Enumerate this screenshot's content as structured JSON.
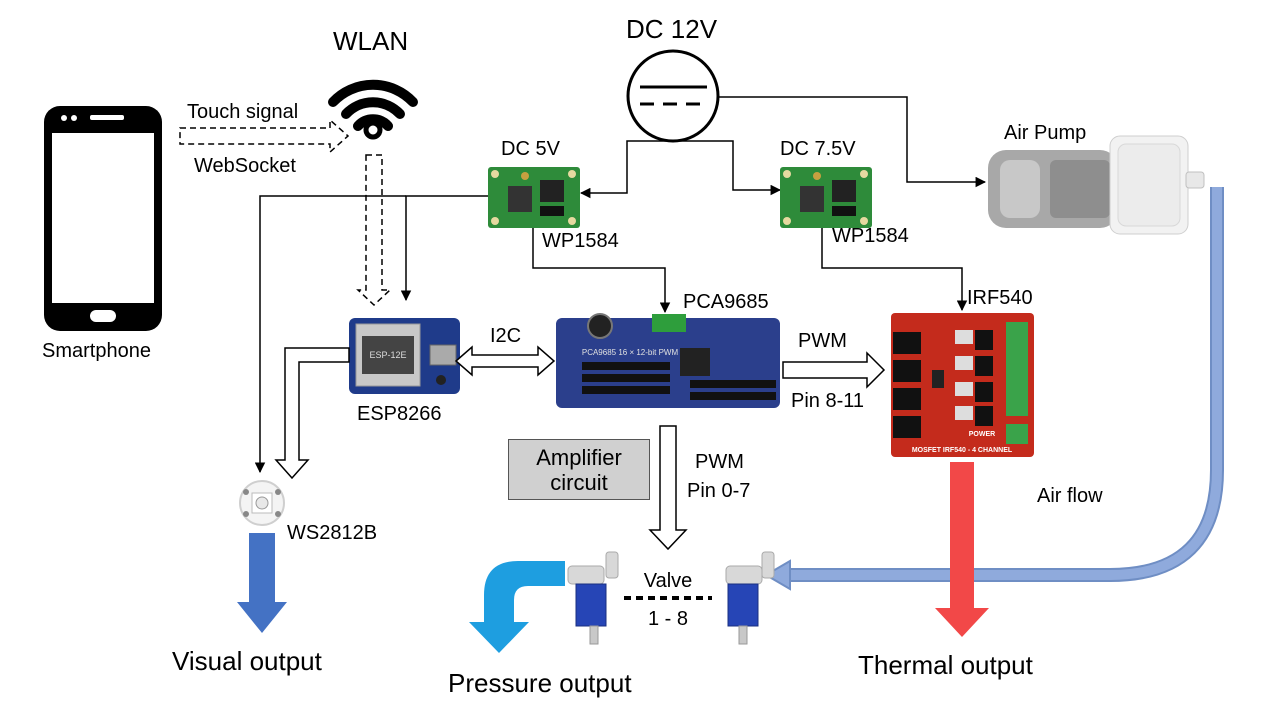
{
  "labels": {
    "wlan": "WLAN",
    "dc12": "DC 12V",
    "touch_signal": "Touch signal",
    "websocket": "WebSocket",
    "dc5": "DC 5V",
    "dc75": "DC 7.5V",
    "air_pump": "Air Pump",
    "wp1584_a": "WP1584",
    "wp1584_b": "WP1584",
    "pca9685": "PCA9685",
    "irf540": "IRF540",
    "i2c": "I2C",
    "pwm_right": "PWM",
    "pin_8_11": "Pin 8-11",
    "smartphone": "Smartphone",
    "esp8266": "ESP8266",
    "amplifier_line1": "Amplifier",
    "amplifier_line2": "circuit",
    "pwm_down": "PWM",
    "pin_0_7": "Pin 0-7",
    "air_flow": "Air flow",
    "ws2812b": "WS2812B",
    "valve_line1": "Valve",
    "valve_line2": "1 - 8",
    "visual_output": "Visual output",
    "pressure_output": "Pressure output",
    "thermal_output": "Thermal output"
  },
  "board_text": {
    "esp_chip": "ESP-12E",
    "pca_chip": "PCA9685 16 × 12-bit PWM",
    "mosfet_title": "MOSFET IRF540 - 4 CHANNEL",
    "mosfet_power": "POWER"
  },
  "colors": {
    "visual_arrow": "#4472c4",
    "pressure_arrow": "#1e9ee0",
    "thermal_arrow": "#f24848",
    "airflow_tube": "#8faadc",
    "buck_board": "#2e8b3a",
    "pca_board": "#2b3f8c",
    "esp_board": "#1f3b8a",
    "mosfet_board": "#c42b1c",
    "amplifier_fill": "#d0d0d0"
  },
  "icons": [
    "smartphone-icon",
    "wifi-icon",
    "dc-source-icon",
    "air-pump-icon",
    "led-icon",
    "valve-icon"
  ]
}
